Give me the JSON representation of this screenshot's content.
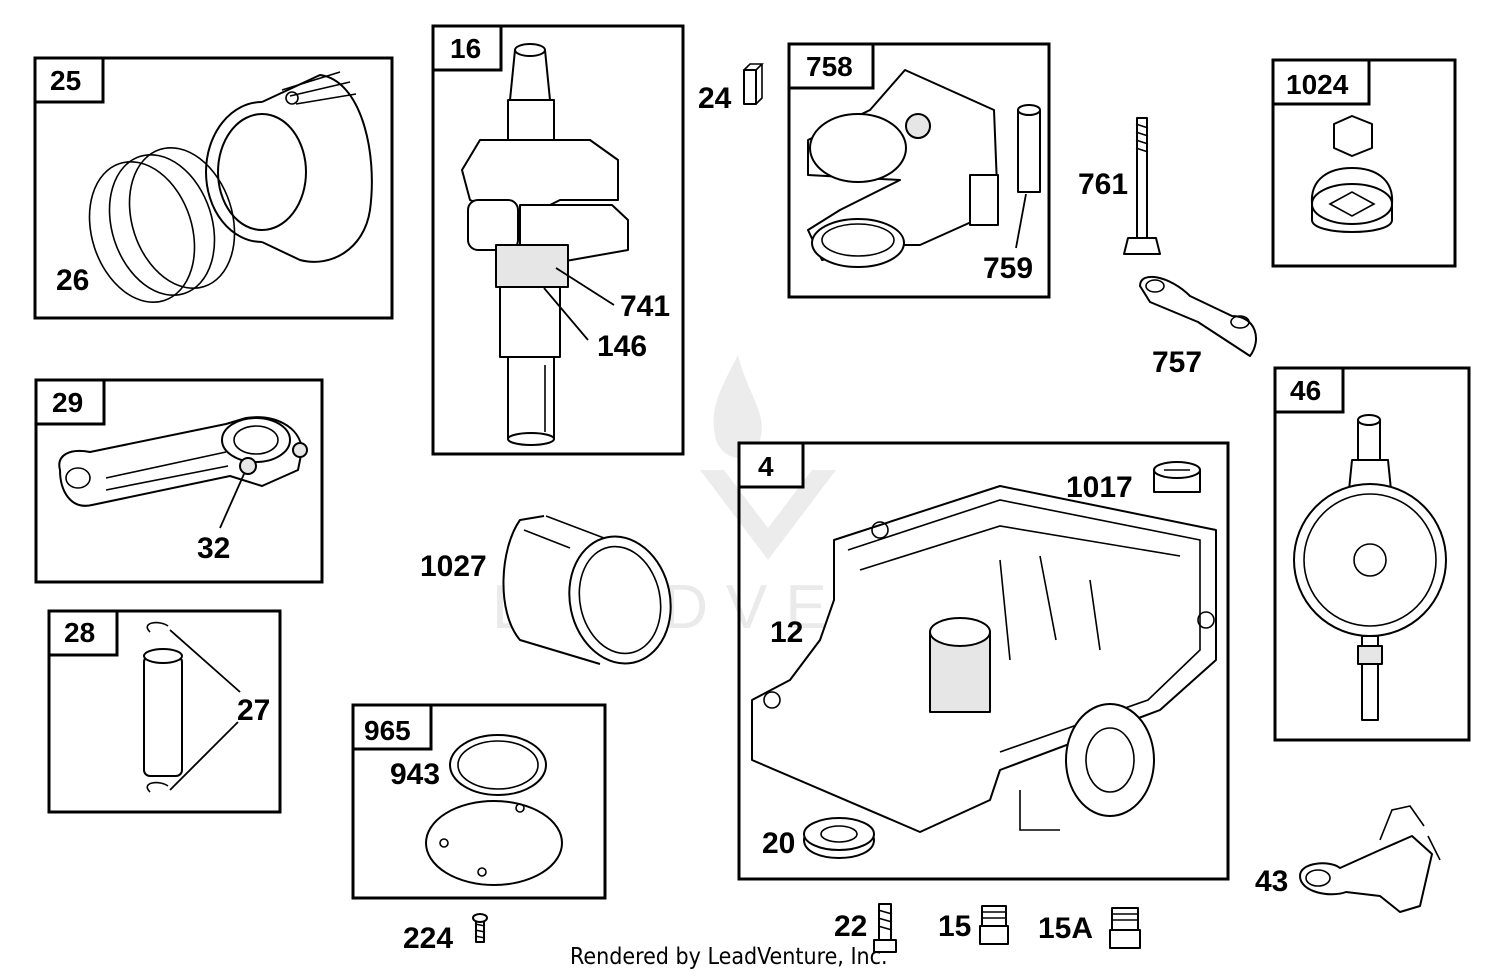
{
  "diagram": {
    "watermark": "LEADVENTURE",
    "footer": "Rendered by LeadVenture, Inc.",
    "boxes": {
      "b25": "25",
      "b16": "16",
      "b758": "758",
      "b1024": "1024",
      "b29": "29",
      "b46": "46",
      "b4": "4",
      "b28": "28",
      "b965": "965"
    },
    "callouts": {
      "c26": "26",
      "c24": "24",
      "c741": "741",
      "c146": "146",
      "c759": "759",
      "c761": "761",
      "c757": "757",
      "c32": "32",
      "c1017": "1017",
      "c1027": "1027",
      "c12": "12",
      "c27": "27",
      "c943": "943",
      "c20": "20",
      "c43": "43",
      "c224": "224",
      "c22": "22",
      "c15": "15",
      "c15A": "15A"
    }
  }
}
